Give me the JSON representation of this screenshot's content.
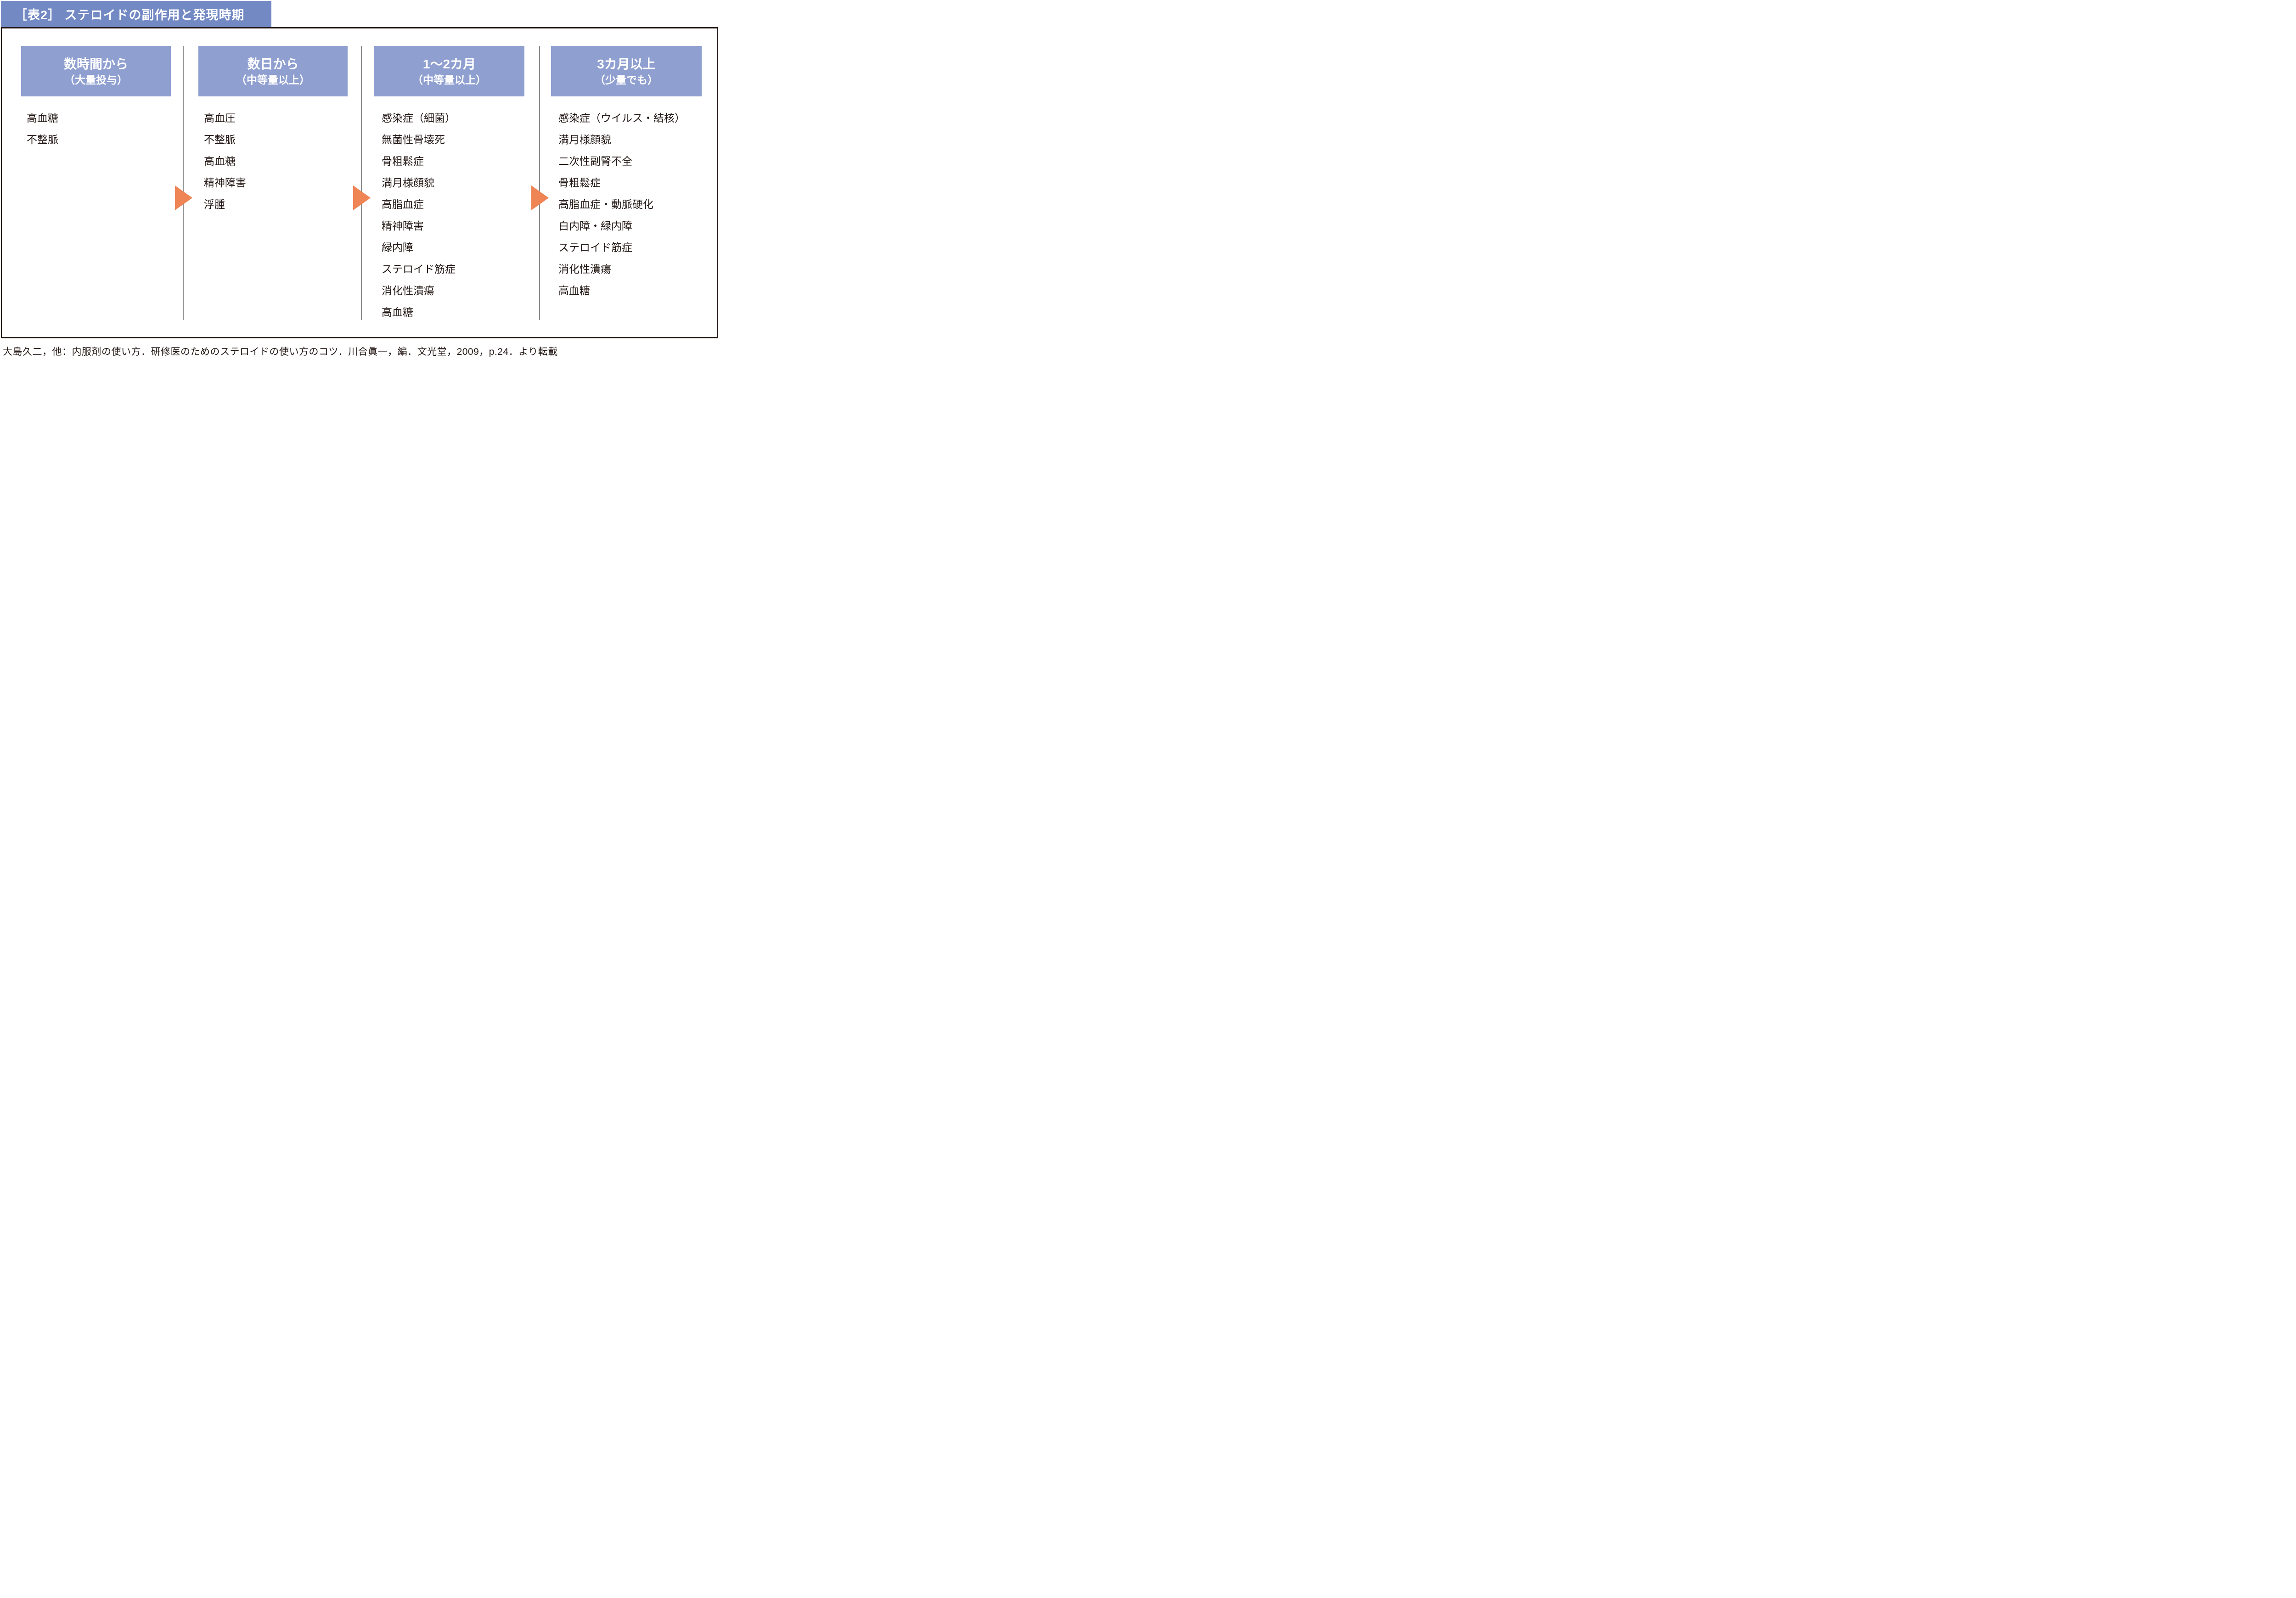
{
  "title": "［表2］ ステロイドの副作用と発現時期",
  "columns": [
    {
      "period": "数時間から",
      "dose": "（大量投与）",
      "items": [
        "高血糖",
        "不整脈"
      ]
    },
    {
      "period": "数日から",
      "dose": "（中等量以上）",
      "items": [
        "高血圧",
        "不整脈",
        "高血糖",
        "精神障害",
        "浮腫"
      ]
    },
    {
      "period": "1～2カ月",
      "dose": "（中等量以上）",
      "items": [
        "感染症（細菌）",
        "無菌性骨壊死",
        "骨粗鬆症",
        "満月様顔貌",
        "高脂血症",
        "精神障害",
        "緑内障",
        "ステロイド筋症",
        "消化性潰瘍",
        "高血糖"
      ]
    },
    {
      "period": "3カ月以上",
      "dose": "（少量でも）",
      "items": [
        "感染症（ウイルス・結核）",
        "満月様顔貌",
        "二次性副腎不全",
        "骨粗鬆症",
        "高脂血症・動脈硬化",
        "白内障・緑内障",
        "ステロイド筋症",
        "消化性潰瘍",
        "高血糖"
      ]
    }
  ],
  "citation": "大島久二，他：内服剤の使い方．研修医のためのステロイドの使い方のコツ．川合眞一，編．文光堂，2009，p.24．より転載",
  "colors": {
    "title_bg": "#7289c4",
    "header_bg": "#8f9fd0",
    "arrow": "#ef8455",
    "divider": "#8a8a8a",
    "border": "#231815",
    "text": "#231815"
  }
}
